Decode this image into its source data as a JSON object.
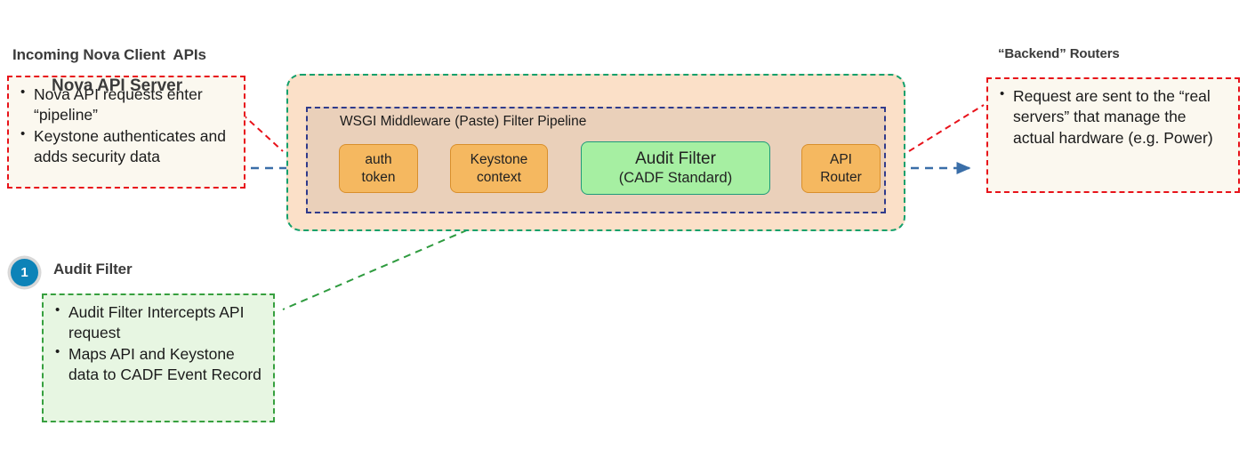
{
  "diagram": {
    "title_incoming": "Incoming Nova Client  APIs",
    "title_backend": "“Backend” Routers",
    "title_audit_callout": "Audit Filter",
    "badge_number": "1"
  },
  "notes": {
    "incoming": [
      "Nova API requests enter “pipeline”",
      "Keystone authenticates and adds security data"
    ],
    "backend": [
      "Request are sent to the “real servers” that manage the actual hardware (e.g. Power)"
    ],
    "audit": [
      "Audit Filter Intercepts API request",
      "Maps API and Keystone data to CADF Event Record"
    ]
  },
  "server": {
    "title": "Nova API Server",
    "pipeline_title": "WSGI Middleware (Paste) Filter Pipeline",
    "stages": [
      {
        "line1": "auth",
        "line2": "token",
        "kind": "orange"
      },
      {
        "line1": "Keystone",
        "line2": "context",
        "kind": "orange"
      },
      {
        "line1": "Audit Filter",
        "line2": "(CADF Standard)",
        "kind": "green"
      },
      {
        "line1": "API",
        "line2": "Router",
        "kind": "orange"
      }
    ]
  },
  "colors": {
    "note_red_border": "#e8121a",
    "note_cream_fill": "#fbf8ef",
    "note_green_border": "#37a03f",
    "note_green_fill": "#e7f6e2",
    "server_fill": "#fbe0c8",
    "server_border": "#12a06b",
    "pipeline_border": "#303b8c",
    "stage_orange_fill": "#f5b860",
    "stage_orange_border": "#d98f2c",
    "stage_green_fill": "#a6efa2",
    "stage_green_border": "#1f9a7a",
    "arrow_blue": "#3a6ea8",
    "badge_blue": "#0d83b8",
    "heading_gray": "#3b3b3b"
  }
}
